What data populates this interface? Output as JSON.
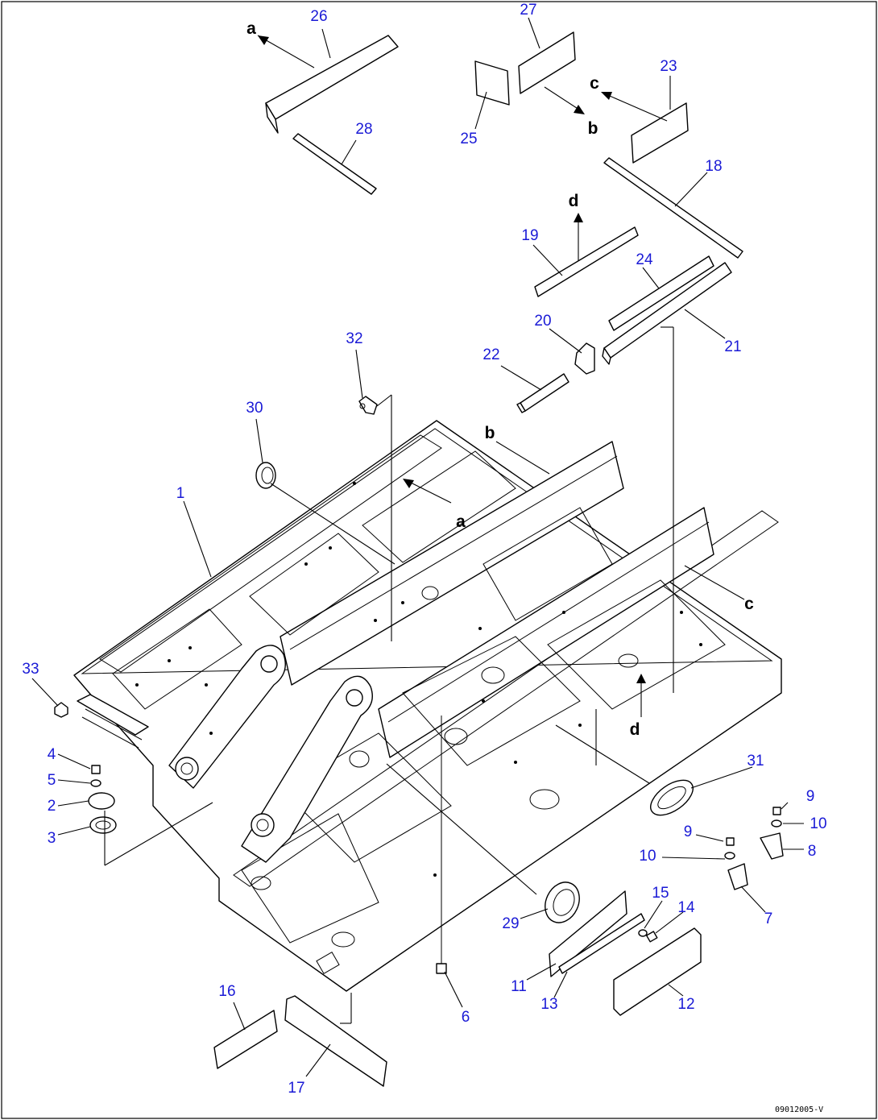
{
  "drawing_code": "09012005-V",
  "colors": {
    "callout": "#1a1ad6",
    "line": "#000000",
    "background": "#ffffff"
  },
  "callouts": {
    "p1": "1",
    "p2": "2",
    "p3": "3",
    "p4": "4",
    "p5": "5",
    "p6": "6",
    "p7": "7",
    "p8": "8",
    "p9a": "9",
    "p9b": "9",
    "p10a": "10",
    "p10b": "10",
    "p11": "11",
    "p12": "12",
    "p13": "13",
    "p14": "14",
    "p15": "15",
    "p16": "16",
    "p17": "17",
    "p18": "18",
    "p19": "19",
    "p20": "20",
    "p21": "21",
    "p22": "22",
    "p23": "23",
    "p24": "24",
    "p25": "25",
    "p26": "26",
    "p27": "27",
    "p28": "28",
    "p29": "29",
    "p30": "30",
    "p31": "31",
    "p32": "32",
    "p33": "33"
  },
  "references": {
    "a_top": "a",
    "a_frame": "a",
    "b_top": "b",
    "b_frame": "b",
    "c_top": "c",
    "c_frame": "c",
    "d_top": "d",
    "d_frame": "d"
  }
}
